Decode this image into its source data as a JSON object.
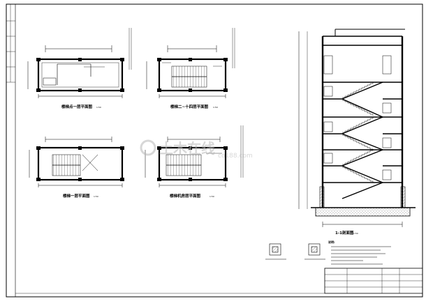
{
  "sheet": {
    "plans": [
      {
        "title": "楼梯点一层平面图",
        "scale": "1:50"
      },
      {
        "title": "楼梯二~十四层平面图",
        "scale": "1:50"
      },
      {
        "title": "楼梯一层平面图",
        "scale": "1:50"
      },
      {
        "title": "楼梯机房层平面图",
        "scale": "1:50"
      }
    ],
    "section": {
      "title": "1-1剖面图",
      "scale": "1:50"
    },
    "notes_heading": "说明:",
    "watermark": "土木在线",
    "watermark_url": "co188.com",
    "colors": {
      "line": "#000000",
      "hatch": "#555555",
      "watermark": "#b8b8b8"
    }
  }
}
